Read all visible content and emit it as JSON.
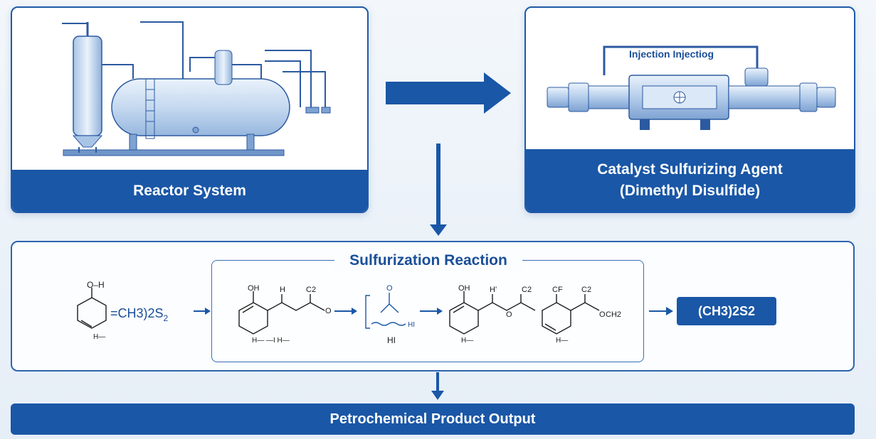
{
  "reactor_system": {
    "title": "Reactor System"
  },
  "catalyst": {
    "injection_label": "Injection Injectiog",
    "title_line1": "Catalyst Sulfurizing Agent",
    "title_line2": "(Dimethyl Disulfide)"
  },
  "reaction": {
    "title": "Sulfurization Reaction",
    "reactant": {
      "top_label": "O–H",
      "formula_text": "=CH3)2S",
      "formula_sub": "2",
      "bottom_label": "H—"
    },
    "intermediate1": {
      "label_oh": "OH",
      "label_h": "H",
      "label_c2": "C2",
      "label_o": "O",
      "label_bottom": "H— —I H—"
    },
    "intermediate2": {
      "label_o": "O",
      "label_hi": "HI",
      "label_bottom": "HI"
    },
    "intermediate3": {
      "label_oh": "OH",
      "label_h1": "H'",
      "label_c2a": "C2",
      "label_cf": "CF",
      "label_c2b": "C2",
      "label_o1": "O",
      "label_o2": "O",
      "label_ch2": "CH2",
      "label_bottom1": "H—",
      "label_bottom2": "H—"
    },
    "product": "(CH3)2S2"
  },
  "output": {
    "label": "Petrochemical Product Output"
  },
  "colors": {
    "primary": "#1a57a6",
    "border": "#1f5aa8",
    "background": "#eef3f9"
  }
}
